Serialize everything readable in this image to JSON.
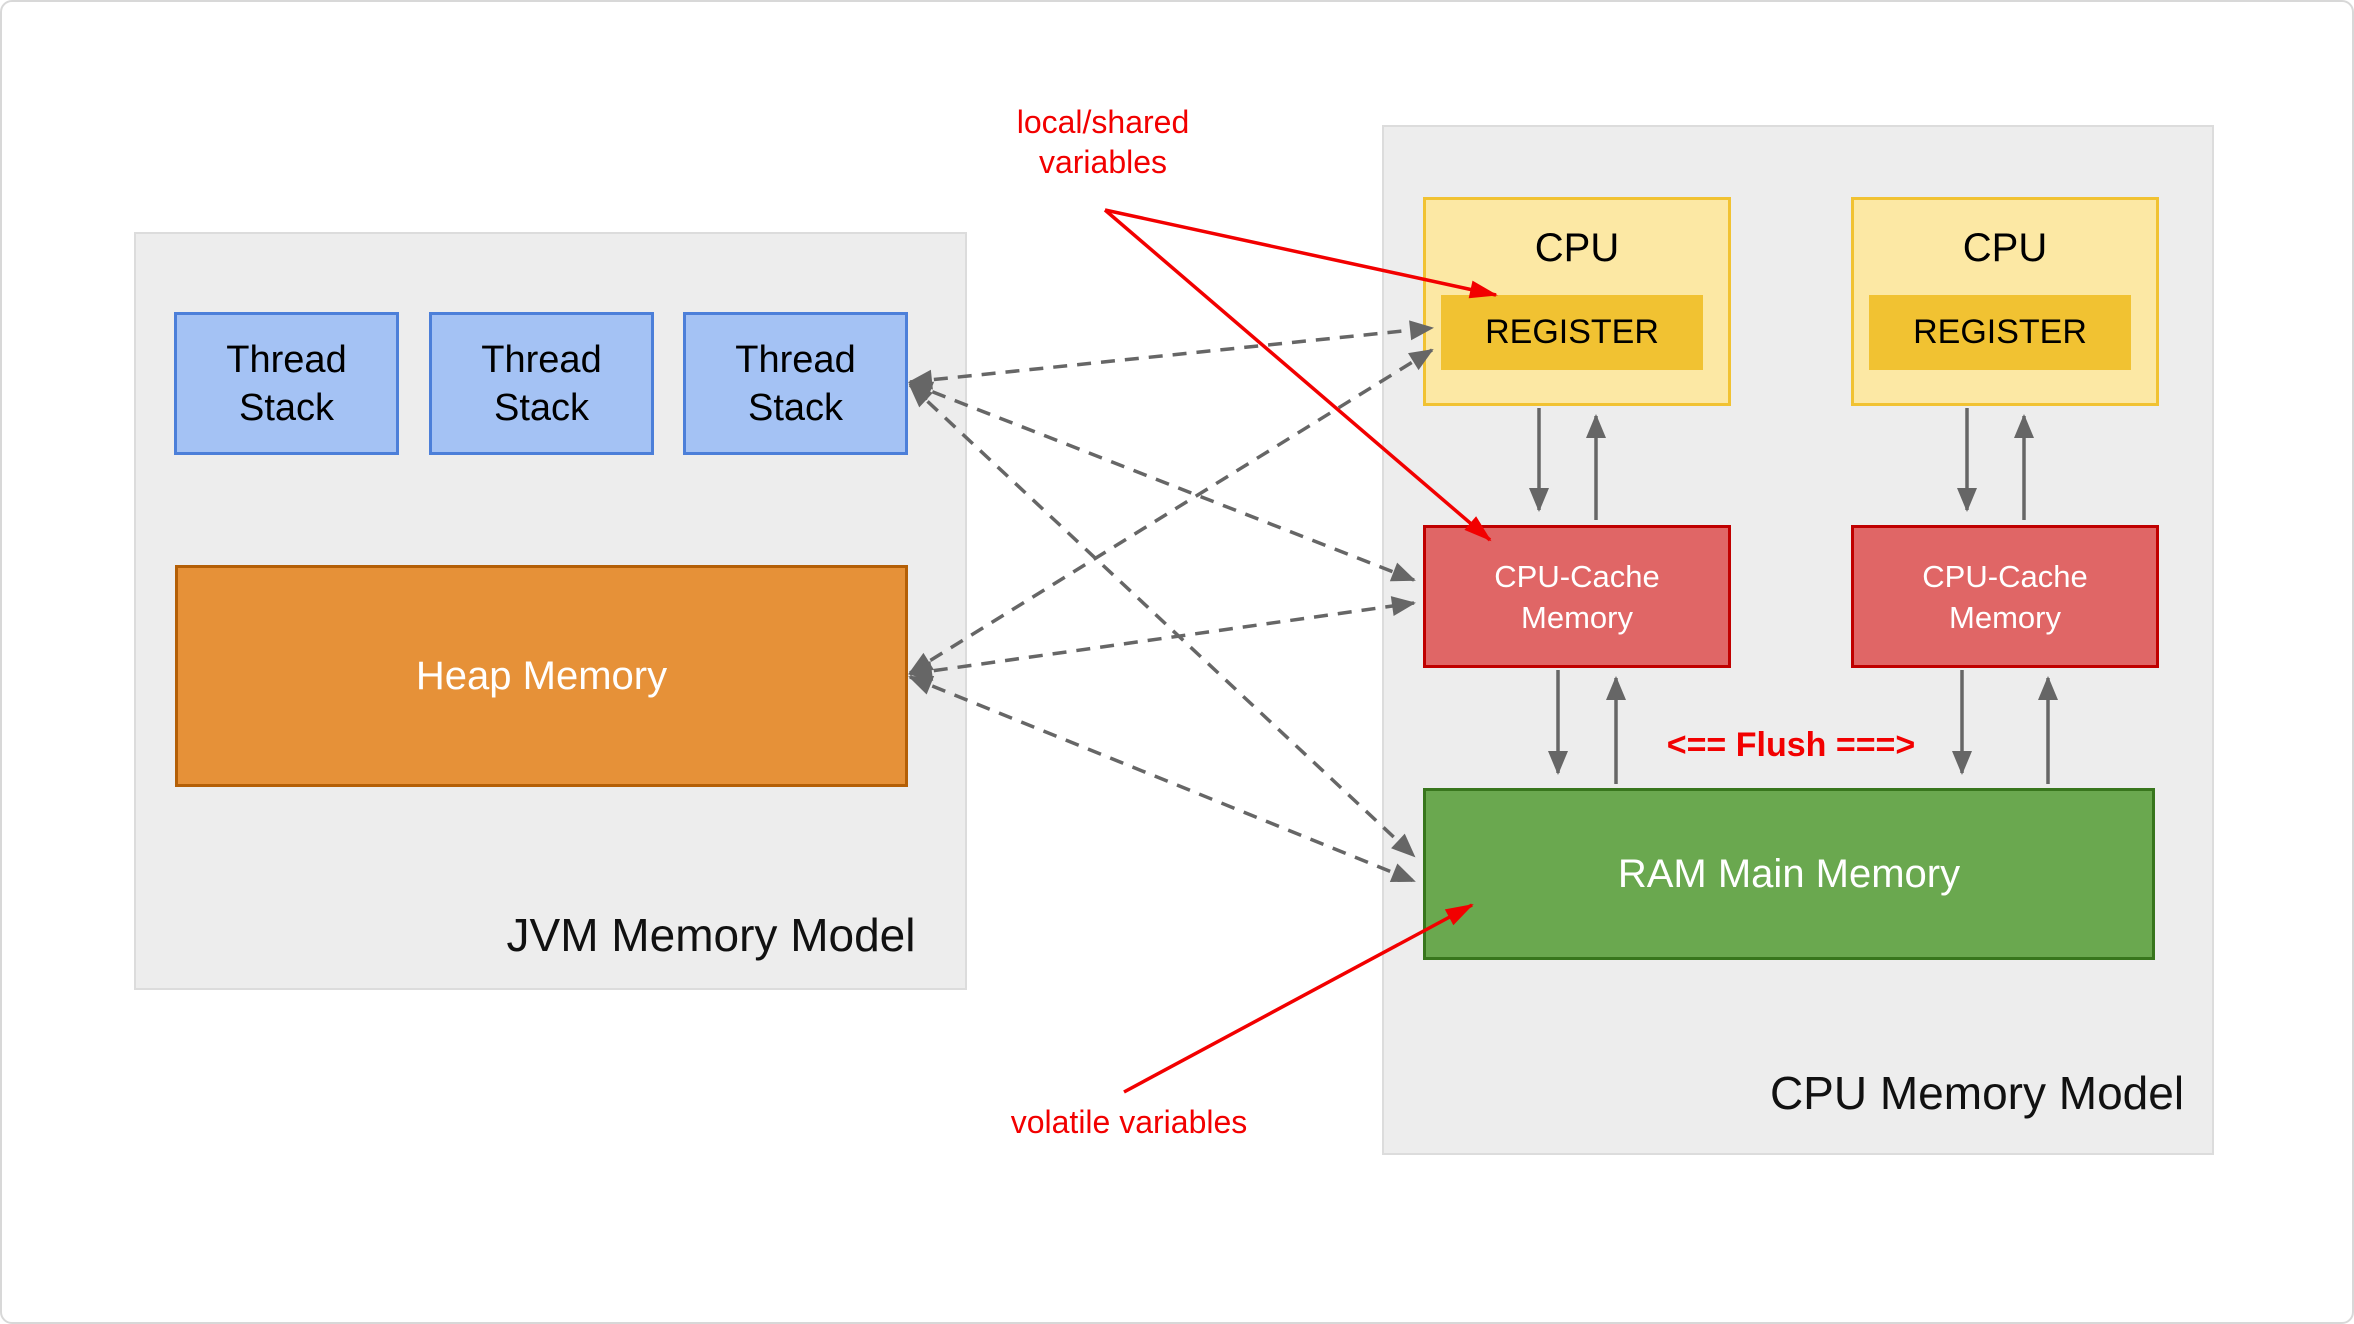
{
  "jvm_panel": {
    "title": "JVM Memory Model",
    "thread_stacks": [
      {
        "line1": "Thread",
        "line2": "Stack"
      },
      {
        "line1": "Thread",
        "line2": "Stack"
      },
      {
        "line1": "Thread",
        "line2": "Stack"
      }
    ],
    "heap_label": "Heap Memory"
  },
  "cpu_panel": {
    "title": "CPU Memory Model",
    "columns": [
      {
        "cpu_label": "CPU",
        "register_label": "REGISTER",
        "cache_line1": "CPU-Cache",
        "cache_line2": "Memory"
      },
      {
        "cpu_label": "CPU",
        "register_label": "REGISTER",
        "cache_line1": "CPU-Cache",
        "cache_line2": "Memory"
      }
    ],
    "ram_label": "RAM Main Memory",
    "flush_label": "<== Flush ===>"
  },
  "annotations": {
    "local_shared_line1": "local/shared",
    "local_shared_line2": "variables",
    "volatile_label": "volatile variables"
  },
  "colors": {
    "thread_stack_fill": "#A4C2F4",
    "thread_stack_border": "#4C7FD9",
    "heap_fill": "#E69138",
    "heap_border": "#B45F06",
    "cpu_fill": "#FCE8A4",
    "cpu_border": "#F1C232",
    "register_fill": "#F1C232",
    "cache_fill": "#E06666",
    "cache_border": "#C00000",
    "ram_fill": "#6AA84F",
    "ram_border": "#38761D",
    "panel_fill": "#EDEDED",
    "arrow_gray": "#666666",
    "annotation_red": "#F20000"
  }
}
